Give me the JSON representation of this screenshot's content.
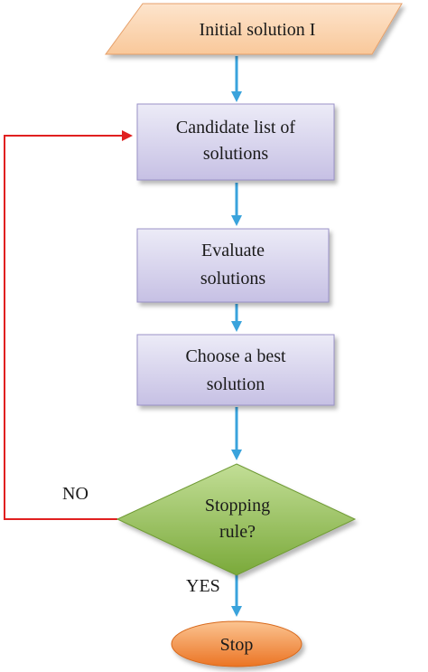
{
  "diagram": {
    "nodes": {
      "initial": {
        "line1": "Initial solution I"
      },
      "candidate": {
        "line1": "Candidate list of",
        "line2": "solutions"
      },
      "evaluate": {
        "line1": "Evaluate",
        "line2": "solutions"
      },
      "choose": {
        "line1": "Choose a best",
        "line2": "solution"
      },
      "stopping": {
        "line1": "Stopping",
        "line2": "rule?"
      },
      "stop": {
        "line1": "Stop"
      }
    },
    "edges": {
      "no_label": "NO",
      "yes_label": "YES"
    },
    "colors": {
      "parallelogram_fill": "#fbd7b5",
      "parallelogram_stroke": "#e8a56a",
      "process_fill_top": "#e8e6f5",
      "process_fill_bottom": "#c9c3e6",
      "process_stroke": "#9b93c9",
      "decision_fill_top": "#b9d98a",
      "decision_fill_bottom": "#7fae3e",
      "decision_stroke": "#6f9a35",
      "terminal_fill_top": "#f8b57a",
      "terminal_fill_bottom": "#ec7a2a",
      "terminal_stroke": "#d8691c",
      "flow_arrow": "#3aa3dc",
      "feedback_arrow": "#e02020"
    }
  }
}
